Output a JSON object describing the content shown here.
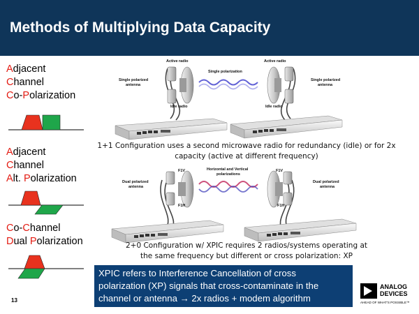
{
  "slide": {
    "title": "Methods of Multiplying Data Capacity",
    "page_number": "13"
  },
  "methods": [
    {
      "lines": [
        {
          "initial": "A",
          "rest": "djacent"
        },
        {
          "initial": "C",
          "rest": "hannel"
        },
        {
          "initial": "C",
          "rest": "o-",
          "initial2": "P",
          "rest2": "olarization"
        }
      ]
    },
    {
      "lines": [
        {
          "initial": "A",
          "rest": "djacent"
        },
        {
          "initial": "C",
          "rest": "hannel"
        },
        {
          "initial": "A",
          "rest": "lt. ",
          "initial2": "P",
          "rest2": "olarization"
        }
      ]
    },
    {
      "lines": [
        {
          "initial": "C",
          "rest": "o-",
          "initial2": "C",
          "rest2": "hannel"
        },
        {
          "initial": "D",
          "rest": "ual ",
          "initial2": "P",
          "rest2": "olarization"
        }
      ]
    }
  ],
  "diagram_1": {
    "label_active_left": "Active radio",
    "label_active_right": "Active radio",
    "label_idle_left": "Idle radio",
    "label_idle_right": "Idle radio",
    "label_antenna_left_1": "Single polarized",
    "label_antenna_left_2": "antenna",
    "label_antenna_right_1": "Single polarized",
    "label_antenna_right_2": "antenna",
    "label_polarization": "Single polarization"
  },
  "diagram_2": {
    "label_f1v_left": "F1V",
    "label_f1h_left": "F1H",
    "label_f1v_right": "F1V",
    "label_f1h_right": "F1H",
    "label_antenna_left_1": "Dual polarized",
    "label_antenna_left_2": "antenna",
    "label_antenna_right_1": "Dual polarized",
    "label_antenna_right_2": "antenna",
    "label_polarization_1": "Horizontal and Vertical",
    "label_polarization_2": "polarizations"
  },
  "caption_1": {
    "line1": "1+1 Configuration uses a second microwave radio for redundancy (idle) or for 2x",
    "line2": "capacity  (active at different frequency)"
  },
  "caption_2": {
    "line1": "2+0 Configuration w/ XPIC requires 2 radios/systems operating at",
    "line2": "the same frequency but different or cross polarization: XP"
  },
  "xpic_note": {
    "line1": "XPIC refers to Interference Cancellation of cross",
    "line2": "polarization (XP) signals that cross-contaminate in the",
    "line3": "channel or antenna  → 2x radios + modem algorithm"
  },
  "logo": {
    "name_line1": "ANALOG",
    "name_line2": "DEVICES",
    "tagline": "AHEAD OF WHAT'S POSSIBLE™"
  },
  "colors": {
    "title_bar": "#0f3559",
    "accent_red": "#e31b12",
    "spectrum_red": "#e8321e",
    "spectrum_green": "#1fa64a",
    "note_box": "#0d3f74"
  }
}
